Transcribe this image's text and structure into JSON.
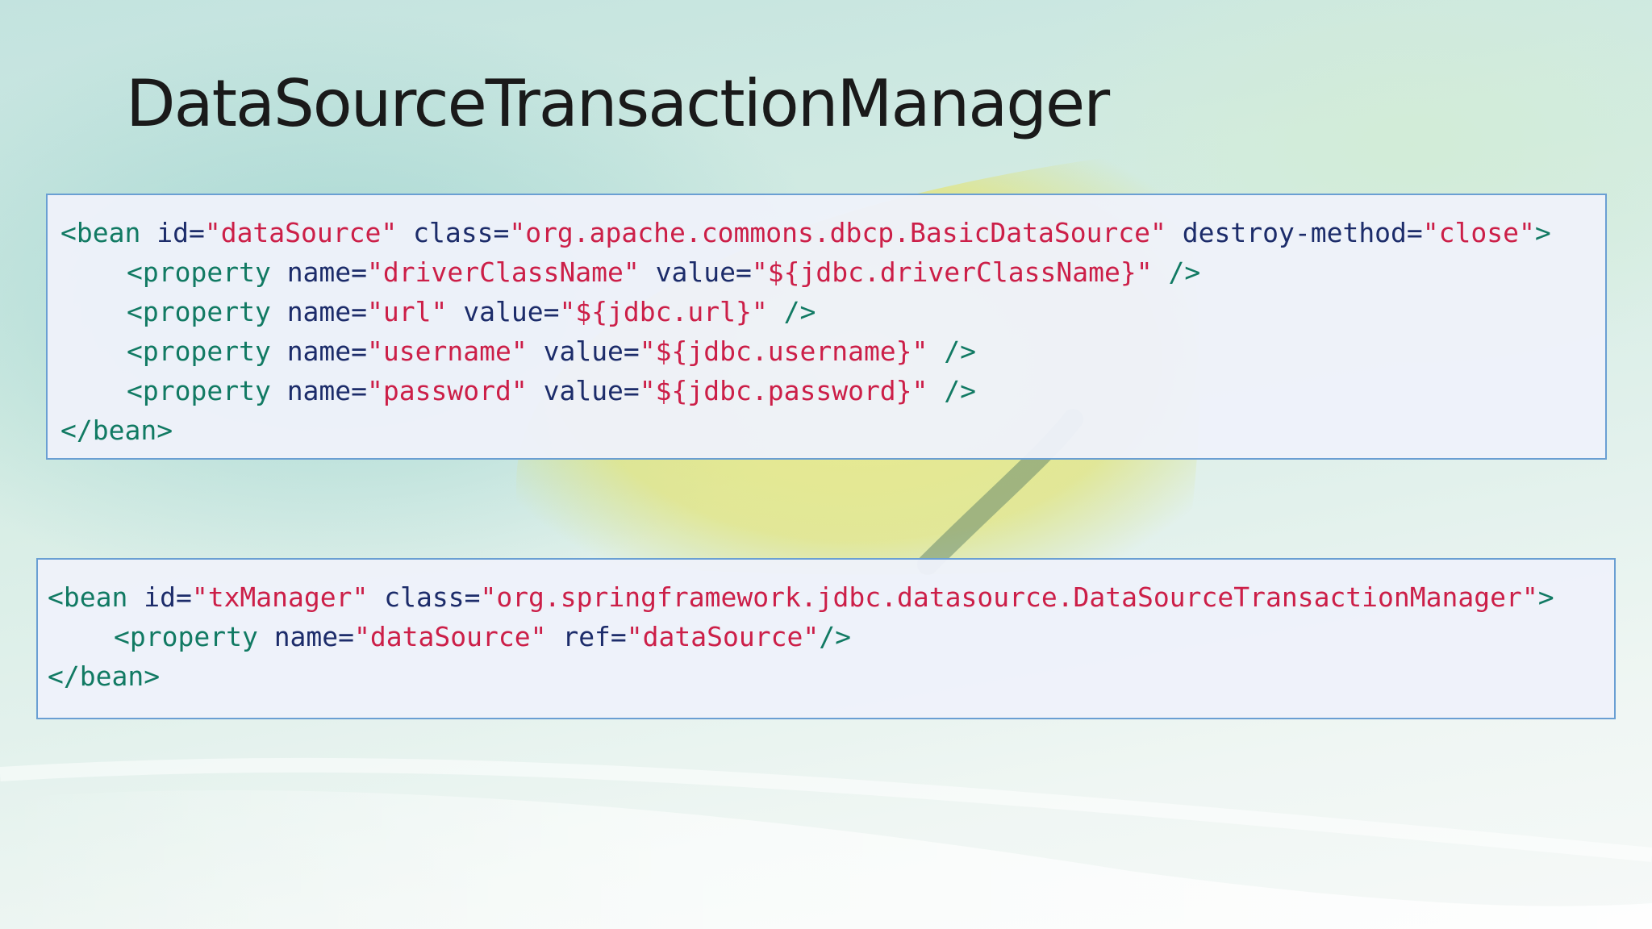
{
  "slide": {
    "title": "DataSourceTransactionManager"
  },
  "colors": {
    "tag": "#117a63",
    "attribute": "#1c2c6a",
    "value": "#cc1f48",
    "box_border": "#6a9fd3",
    "box_background": "#eef1fa"
  },
  "code_blocks": [
    {
      "lines": [
        {
          "tokens": [
            {
              "type": "tag",
              "text": "<bean "
            },
            {
              "type": "attr",
              "text": "id="
            },
            {
              "type": "val",
              "text": "\"dataSource\""
            },
            {
              "type": "attr",
              "text": " class="
            },
            {
              "type": "val",
              "text": "\"org.apache.commons.dbcp.BasicDataSource\""
            },
            {
              "type": "attr",
              "text": " destroy-method="
            },
            {
              "type": "val",
              "text": "\"close\""
            },
            {
              "type": "tag",
              "text": ">"
            }
          ]
        },
        {
          "indent": true,
          "tokens": [
            {
              "type": "tag",
              "text": "<property "
            },
            {
              "type": "attr",
              "text": "name="
            },
            {
              "type": "val",
              "text": "\"driverClassName\""
            },
            {
              "type": "attr",
              "text": " value="
            },
            {
              "type": "val",
              "text": "\"${jdbc.driverClassName}\""
            },
            {
              "type": "tag",
              "text": " />"
            }
          ]
        },
        {
          "indent": true,
          "tokens": [
            {
              "type": "tag",
              "text": "<property "
            },
            {
              "type": "attr",
              "text": "name="
            },
            {
              "type": "val",
              "text": "\"url\""
            },
            {
              "type": "attr",
              "text": " value="
            },
            {
              "type": "val",
              "text": "\"${jdbc.url}\""
            },
            {
              "type": "tag",
              "text": " />"
            }
          ]
        },
        {
          "indent": true,
          "tokens": [
            {
              "type": "tag",
              "text": "<property "
            },
            {
              "type": "attr",
              "text": "name="
            },
            {
              "type": "val",
              "text": "\"username\""
            },
            {
              "type": "attr",
              "text": " value="
            },
            {
              "type": "val",
              "text": "\"${jdbc.username}\""
            },
            {
              "type": "tag",
              "text": " />"
            }
          ]
        },
        {
          "indent": true,
          "tokens": [
            {
              "type": "tag",
              "text": "<property "
            },
            {
              "type": "attr",
              "text": "name="
            },
            {
              "type": "val",
              "text": "\"password\""
            },
            {
              "type": "attr",
              "text": " value="
            },
            {
              "type": "val",
              "text": "\"${jdbc.password}\""
            },
            {
              "type": "tag",
              "text": " />"
            }
          ]
        },
        {
          "tokens": [
            {
              "type": "tag",
              "text": "</bean>"
            }
          ]
        }
      ]
    },
    {
      "lines": [
        {
          "tokens": [
            {
              "type": "tag",
              "text": "<bean "
            },
            {
              "type": "attr",
              "text": "id="
            },
            {
              "type": "val",
              "text": "\"txManager\""
            },
            {
              "type": "attr",
              "text": " class="
            },
            {
              "type": "val",
              "text": "\"org.springframework.jdbc.datasource.DataSourceTransactionManager\""
            },
            {
              "type": "tag",
              "text": ">"
            }
          ]
        },
        {
          "indent": true,
          "tokens": [
            {
              "type": "tag",
              "text": "<property "
            },
            {
              "type": "attr",
              "text": "name="
            },
            {
              "type": "val",
              "text": "\"dataSource\""
            },
            {
              "type": "attr",
              "text": " ref="
            },
            {
              "type": "val",
              "text": "\"dataSource\""
            },
            {
              "type": "tag",
              "text": "/>"
            }
          ]
        },
        {
          "tokens": [
            {
              "type": "tag",
              "text": "</bean>"
            }
          ]
        }
      ]
    }
  ]
}
